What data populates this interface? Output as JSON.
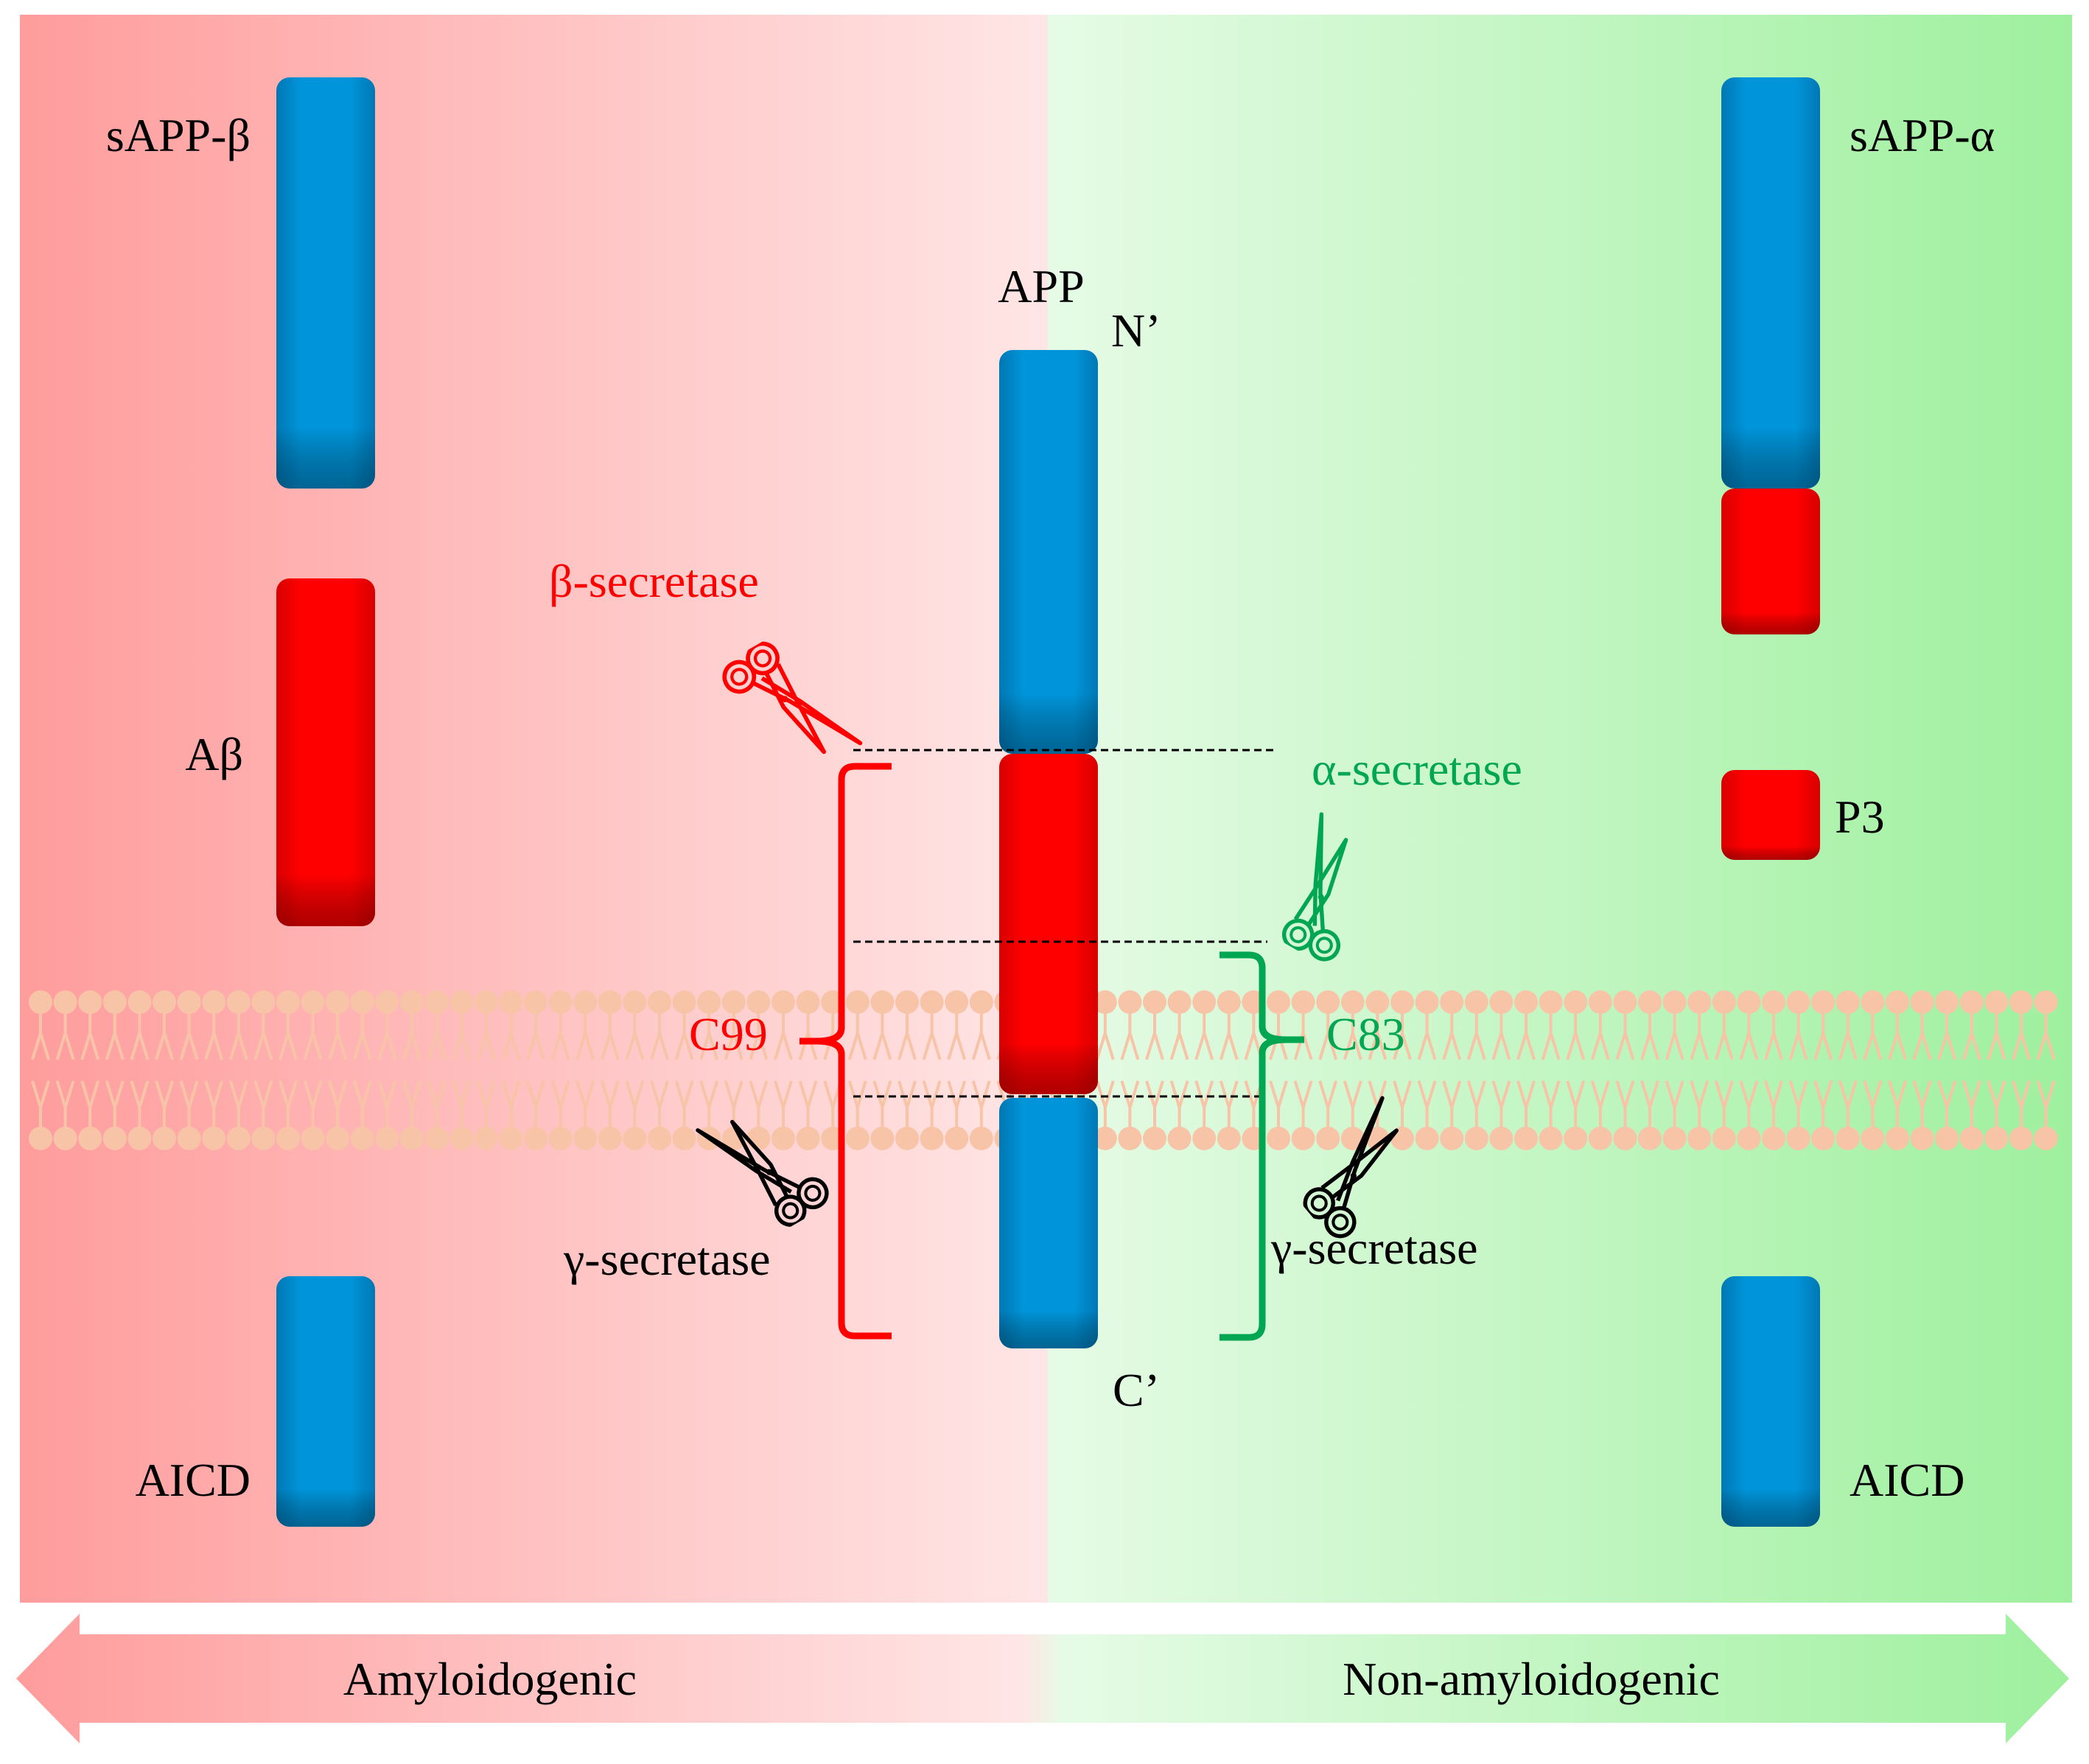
{
  "labels": {
    "sapp_beta": "sAPP-β",
    "sapp_alpha": "sAPP-α",
    "app": "APP",
    "n_term": "N’",
    "c_term": "C’",
    "abeta": "Aβ",
    "p3": "P3",
    "beta_secretase": "β-secretase",
    "alpha_secretase": "α-secretase",
    "gamma_secretase_left": "γ-secretase",
    "gamma_secretase_right": "γ-secretase",
    "c99": "C99",
    "c83": "C83",
    "aicd_left": "AICD",
    "aicd_right": "AICD"
  },
  "pathways": {
    "left": "Amyloidogenic",
    "right": "Non-amyloidogenic"
  },
  "colors": {
    "domain_blue": "#0095DA",
    "domain_red": "#FF0000",
    "amyloid_red": "#FF0000",
    "non_amyloid_green": "#00A651",
    "membrane": "#F8C4A8",
    "left_bg_dark": "#FF9C9C",
    "left_bg_light": "#FFE6E6",
    "right_bg_light": "#E6FBE6",
    "right_bg_dark": "#9EF09E"
  },
  "icons": {
    "beta_scissors": "scissors-icon",
    "alpha_scissors": "scissors-icon",
    "gamma_scissors": "scissors-icon"
  }
}
